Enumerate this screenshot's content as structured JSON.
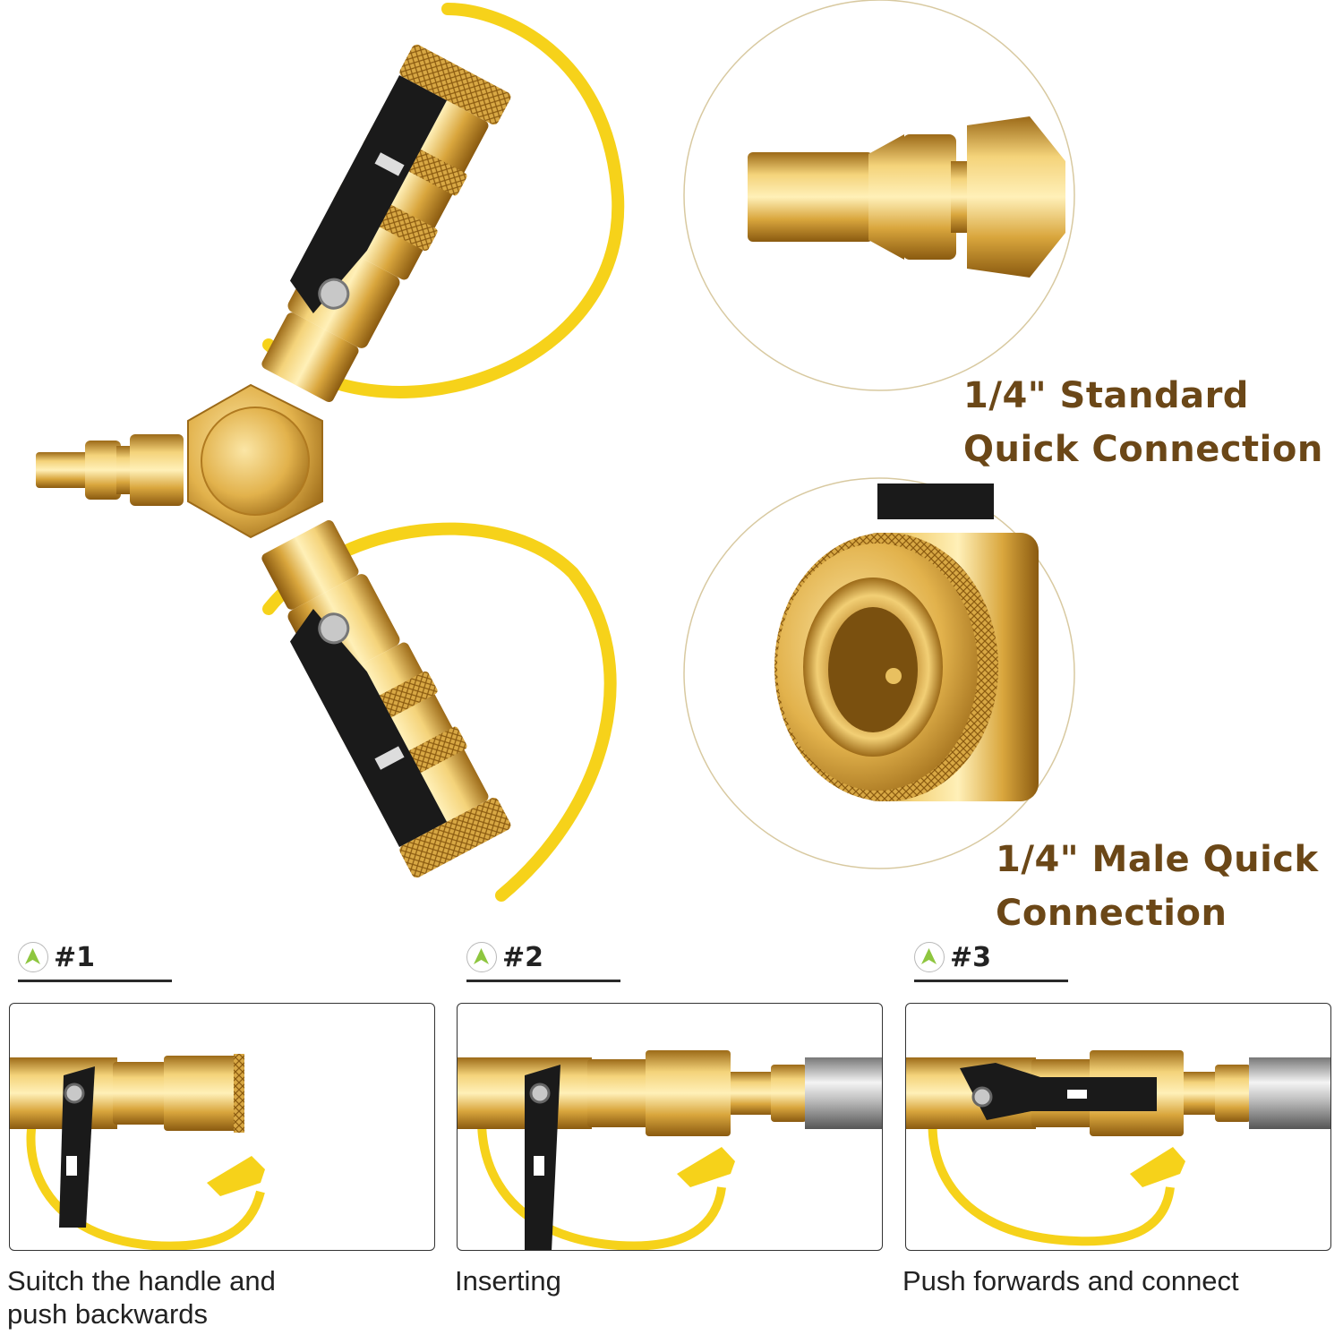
{
  "labels": {
    "standard_line1": "1/4\" Standard",
    "standard_line2": "Quick Connection",
    "male_line1": "1/4\" Male Quick",
    "male_line2": "Connection"
  },
  "steps": [
    {
      "number": "#1",
      "caption_line1": "Suitch the handle and",
      "caption_line2": "push backwards"
    },
    {
      "number": "#2",
      "caption_line1": "Inserting",
      "caption_line2": ""
    },
    {
      "number": "#3",
      "caption_line1": "Push forwards and connect",
      "caption_line2": ""
    }
  ],
  "colors": {
    "brass": "#e0b24a",
    "brass_dark": "#a8741c",
    "brass_light": "#f7dc8a",
    "cap_yellow": "#f6d21a",
    "handle_black": "#1a1a1a",
    "label_brown": "#6b4717",
    "badge_arrow": "#8ec63f"
  },
  "icons": [
    "up-arrow-badge-icon",
    "screw-icon"
  ]
}
